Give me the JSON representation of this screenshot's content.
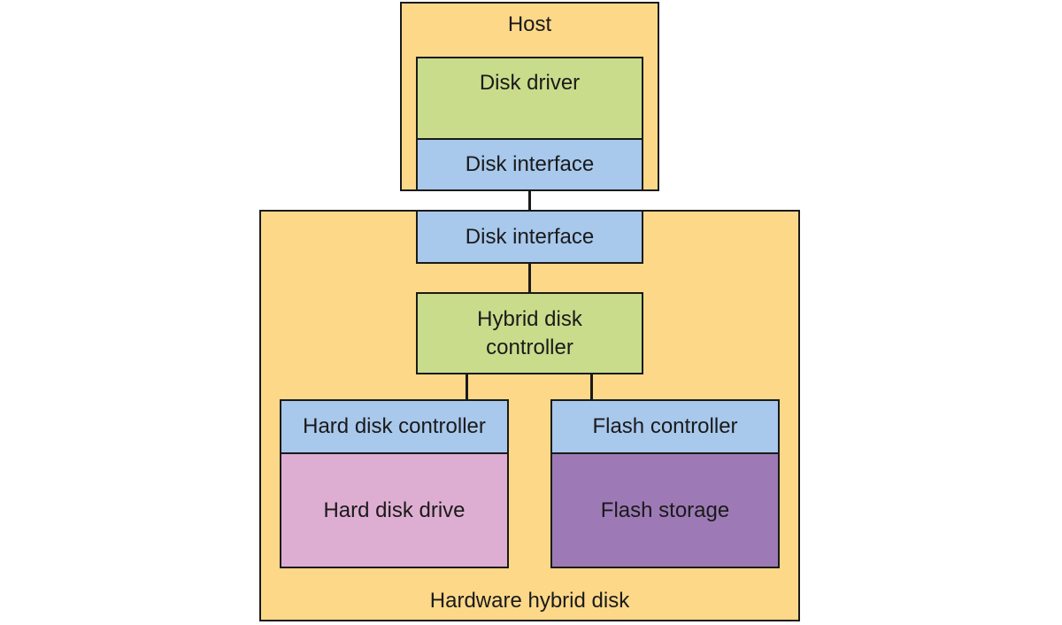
{
  "host": {
    "title": "Host",
    "disk_driver": "Disk driver",
    "disk_interface": "Disk interface"
  },
  "hybrid": {
    "title": "Hardware hybrid disk",
    "disk_interface": "Disk interface",
    "controller_line1": "Hybrid disk",
    "controller_line2": "controller",
    "hard_disk_controller": "Hard disk controller",
    "flash_controller": "Flash controller",
    "hard_disk_drive": "Hard disk drive",
    "flash_storage": "Flash storage"
  },
  "colors": {
    "container": "#fdd889",
    "software_layer": "#c9dc8b",
    "interface_layer": "#a8c8ec",
    "hard_disk": "#deaed2",
    "flash": "#9d7ab6"
  }
}
